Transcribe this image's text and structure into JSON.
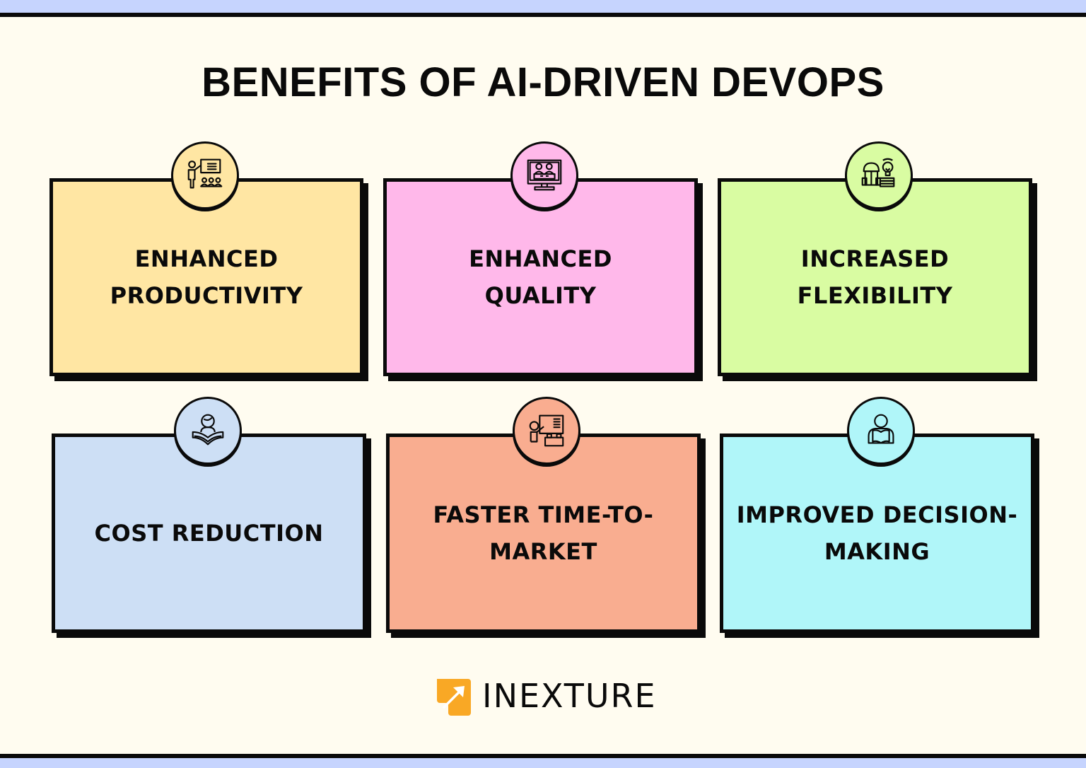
{
  "title": "BENEFITS OF AI-DRIVEN DEVOPS",
  "colors": {
    "background": "#fffcf0",
    "band": "#c6d4fe",
    "ink": "#0a0a0a",
    "logo_accent": "#f9a825"
  },
  "cards": [
    {
      "lines": [
        "ENHANCED",
        "PRODUCTIVITY"
      ],
      "icon": "teacher-presentation-icon",
      "color": "#ffe6a3"
    },
    {
      "lines": [
        "ENHANCED",
        "QUALITY"
      ],
      "icon": "video-conference-monitor-icon",
      "color": "#ffb8ea"
    },
    {
      "lines": [
        "INCREASED",
        "FLEXIBILITY"
      ],
      "icon": "student-backpack-lightbulb-icon",
      "color": "#d9fca2"
    },
    {
      "lines": [
        "COST REDUCTION"
      ],
      "icon": "reader-open-book-icon",
      "color": "#cddff5"
    },
    {
      "lines": [
        "FASTER TIME-TO-",
        "MARKET"
      ],
      "icon": "presenter-whiteboard-icon",
      "color": "#f9ad90"
    },
    {
      "lines": [
        "IMPROVED DECISION-",
        "MAKING"
      ],
      "icon": "person-reading-icon",
      "color": "#b0f6f9"
    }
  ],
  "logo": {
    "text": "INEXTURE",
    "icon": "arrow-logo-icon"
  }
}
